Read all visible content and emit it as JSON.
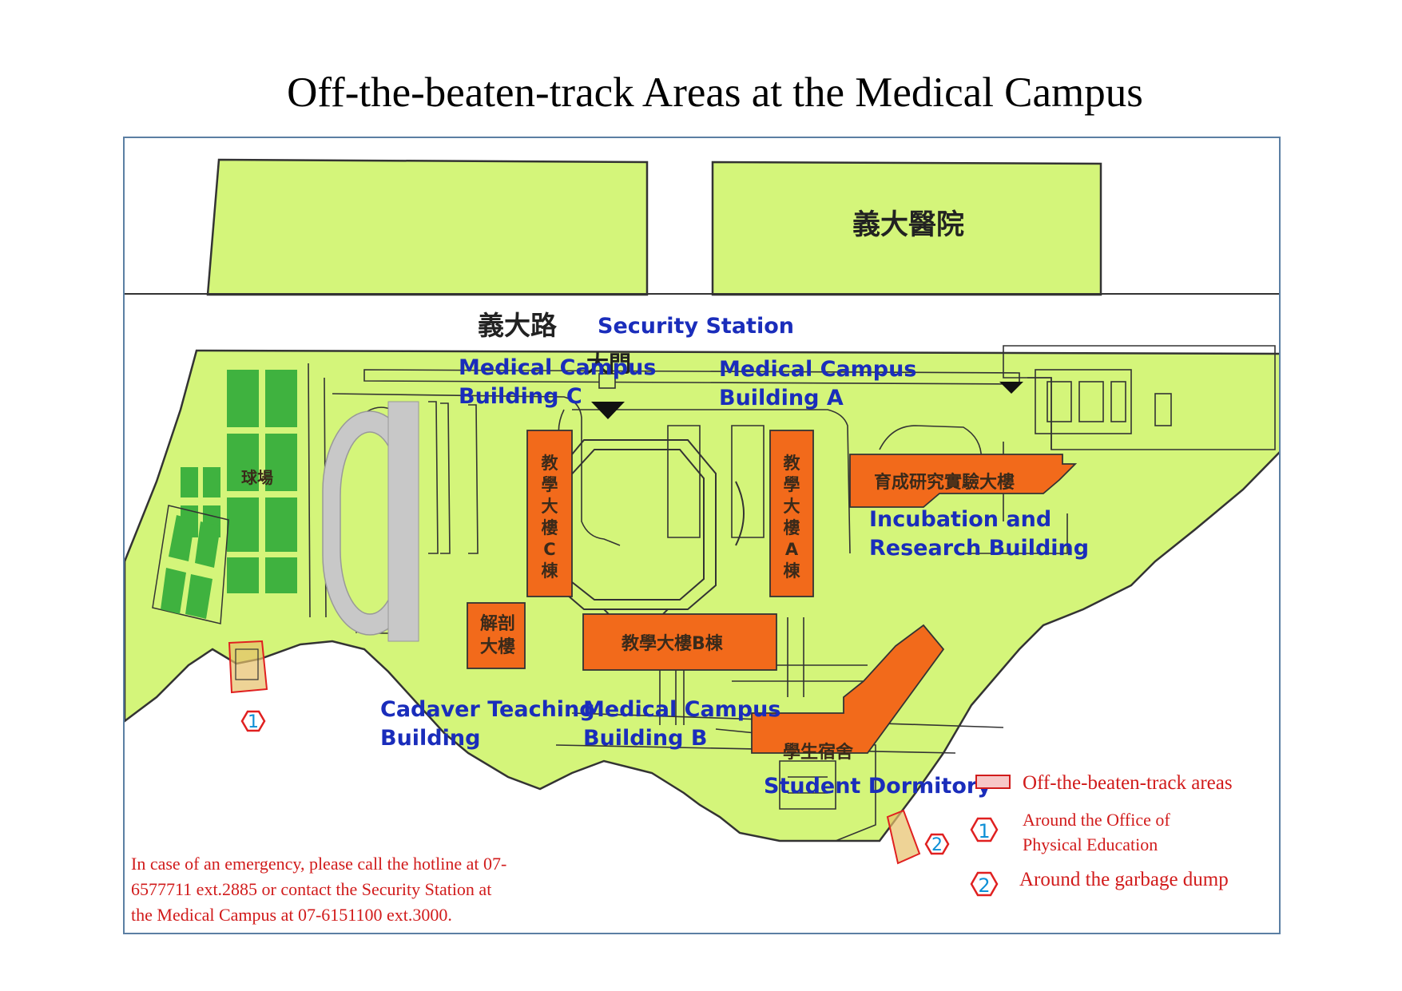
{
  "title": "Off-the-beaten-track Areas at the Medical Campus",
  "map": {
    "hospital_label": "義大醫院",
    "road_label": "義大路",
    "main_gate_label": "大門",
    "ballfield_label": "球場",
    "buildings": {
      "security_station": "Security Station",
      "building_c_line1": "Medical Campus",
      "building_c_line2": "Building C",
      "building_a_line1": "Medical Campus",
      "building_a_line2": "Building A",
      "incubation_line1": "Incubation and",
      "incubation_line2": "Research Building",
      "cadaver_line1": "Cadaver Teaching",
      "cadaver_line2": "Building",
      "building_b_line1": "Medical Campus",
      "building_b_line2": "Building B",
      "dormitory": "Student Dormitory"
    },
    "chinese_buildings": {
      "teaching_c": [
        "教",
        "學",
        "大",
        "樓",
        "C",
        "棟"
      ],
      "teaching_a": [
        "教",
        "學",
        "大",
        "樓",
        "A",
        "棟"
      ],
      "incubation": "育成研究實驗大樓",
      "anatomy_line1": "解剖",
      "anatomy_line2": "大樓",
      "teaching_b": "教學大樓B棟",
      "dormitory": "學生宿舍"
    },
    "markers": [
      "1",
      "2"
    ]
  },
  "legend": {
    "area_label": "Off-the-beaten-track areas",
    "item1_number": "1",
    "item1_line1": "Around the Office of",
    "item1_line2": "Physical Education",
    "item2_number": "2",
    "item2_label": "Around the garbage dump"
  },
  "emergency": {
    "line1": "In case of an emergency, please call the hotline at 07-",
    "line2": "6577711 ext.2885 or contact the Security Station at",
    "line3": "the Medical Campus at 07-6151100 ext.3000."
  },
  "colors": {
    "campus_green": "#d4f57a",
    "field_green": "#3fb23f",
    "building_orange": "#f26a1b",
    "label_blue": "#1a2dbb",
    "legend_red": "#d11b1b",
    "track_gray": "#c8c8c8"
  }
}
